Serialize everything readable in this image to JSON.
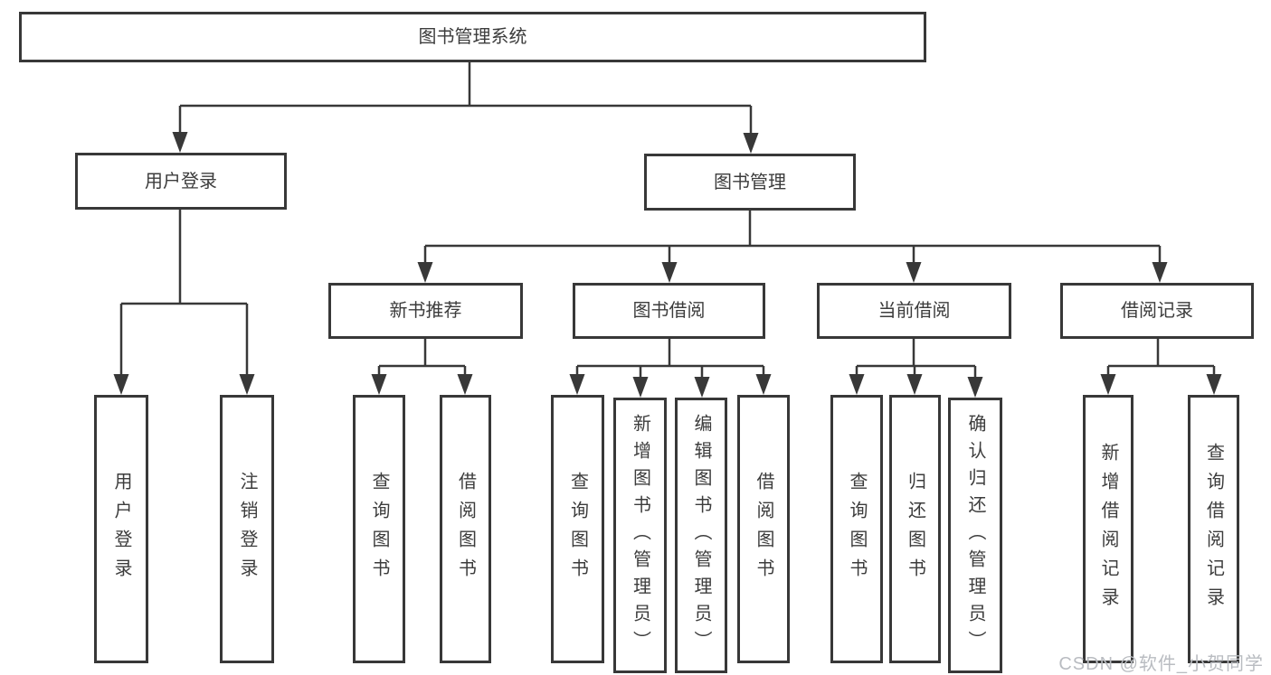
{
  "nodes": {
    "root": "图书管理系统",
    "user_login": "用户登录",
    "book_mgmt": "图书管理",
    "new_books": "新书推荐",
    "borrow": "图书借阅",
    "current": "当前借阅",
    "records": "借阅记录",
    "a1": "用户登录",
    "a2": "注销登录",
    "b1": "查询图书",
    "b2": "借阅图书",
    "c1": "查询图书",
    "c2": "新增图书（管理员）",
    "c3": "编辑图书（管理员）",
    "c4": "借阅图书",
    "d1": "查询图书",
    "d2": "归还图书",
    "d3": "确认归还（管理员）",
    "e1": "新增借阅记录",
    "e2": "查询借阅记录"
  },
  "hierarchy": {
    "图书管理系统": [
      "用户登录",
      "图书管理"
    ],
    "用户登录": [
      "用户登录",
      "注销登录"
    ],
    "图书管理": [
      "新书推荐",
      "图书借阅",
      "当前借阅",
      "借阅记录"
    ],
    "新书推荐": [
      "查询图书",
      "借阅图书"
    ],
    "图书借阅": [
      "查询图书",
      "新增图书（管理员）",
      "编辑图书（管理员）",
      "借阅图书"
    ],
    "当前借阅": [
      "查询图书",
      "归还图书",
      "确认归还（管理员）"
    ],
    "借阅记录": [
      "新增借阅记录",
      "查询借阅记录"
    ]
  },
  "watermark": "CSDN @软件_小贺同学",
  "colors": {
    "line": "#383838",
    "text": "#3c3c3c",
    "watermark": "#b9bcc1",
    "background": "#ffffff"
  }
}
